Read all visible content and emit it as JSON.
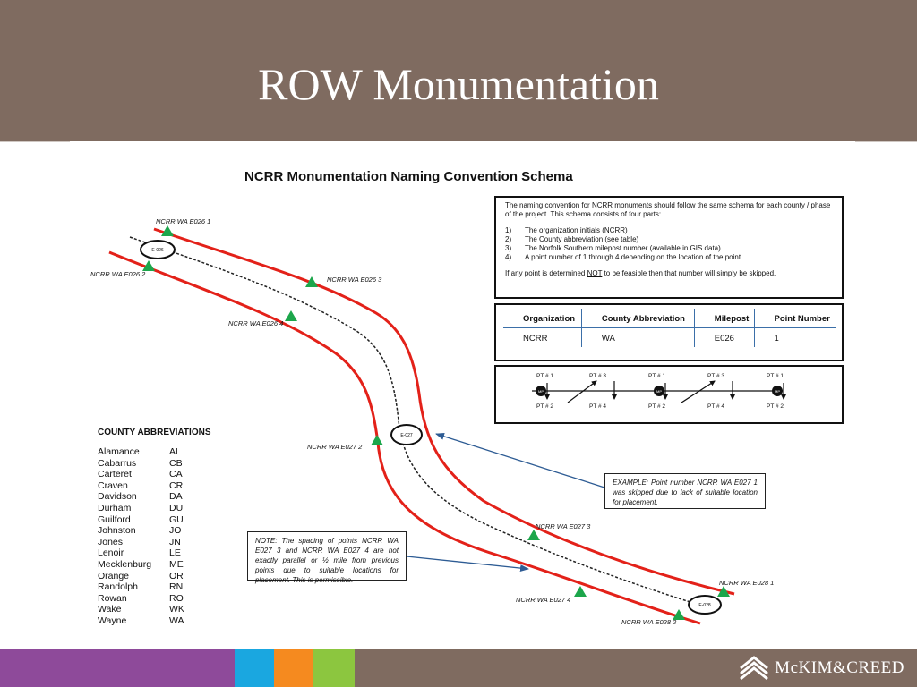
{
  "slide": {
    "title": "ROW Monumentation"
  },
  "schema": {
    "title": "NCRR Monumentation Naming Convention Schema",
    "convention": {
      "intro": "The naming convention for NCRR monuments should follow the same schema for each county / phase of the project. This schema consists of four parts:",
      "items": [
        {
          "num": "1)",
          "text": "The organization initials (NCRR)"
        },
        {
          "num": "2)",
          "text": "The County abbreviation (see table)"
        },
        {
          "num": "3)",
          "text": "The Norfolk Southern milepost number (available in GIS data)"
        },
        {
          "num": "4)",
          "text": "A point number of 1 through 4 depending on the location of the point"
        }
      ],
      "skip_before": "If any point is determined ",
      "skip_not": "NOT",
      "skip_after": " to be feasible then that number will simply be skipped."
    },
    "table": {
      "headers": [
        "Organization",
        "County Abbreviation",
        "Milepost",
        "Point Number"
      ],
      "row": [
        "NCRR",
        "WA",
        "E026",
        "1"
      ]
    },
    "point_diagram": {
      "top_labels": [
        "PT # 1",
        "PT # 3",
        "PT # 1",
        "PT # 3",
        "PT # 1"
      ],
      "bottom_labels": [
        "PT # 2",
        "PT # 4",
        "PT # 2",
        "PT # 4",
        "PT # 2"
      ],
      "mp_label": "MP"
    },
    "county_abbreviations": {
      "title": "COUNTY ABBREVIATIONS",
      "rows": [
        {
          "name": "Alamance",
          "abbr": "AL"
        },
        {
          "name": "Cabarrus",
          "abbr": "CB"
        },
        {
          "name": "Carteret",
          "abbr": "CA"
        },
        {
          "name": "Craven",
          "abbr": "CR"
        },
        {
          "name": "Davidson",
          "abbr": "DA"
        },
        {
          "name": "Durham",
          "abbr": "DU"
        },
        {
          "name": "Guilford",
          "abbr": "GU"
        },
        {
          "name": "Johnston",
          "abbr": "JO"
        },
        {
          "name": "Jones",
          "abbr": "JN"
        },
        {
          "name": "Lenoir",
          "abbr": "LE"
        },
        {
          "name": "Mecklenburg",
          "abbr": "ME"
        },
        {
          "name": "Orange",
          "abbr": "OR"
        },
        {
          "name": "Randolph",
          "abbr": "RN"
        },
        {
          "name": "Rowan",
          "abbr": "RO"
        },
        {
          "name": "Wake",
          "abbr": "WK"
        },
        {
          "name": "Wayne",
          "abbr": "WA"
        }
      ]
    },
    "map": {
      "monuments": [
        "NCRR WA E026 1",
        "NCRR WA E026 2",
        "NCRR WA E026 3",
        "NCRR WA E026 4",
        "NCRR WA E027 2",
        "NCRR WA E027 3",
        "NCRR WA E027 4",
        "NCRR WA E028 1",
        "NCRR WA E028 2"
      ],
      "mileposts": [
        "E-026",
        "E-027",
        "E-028"
      ]
    },
    "example_callout": "EXAMPLE: Point number NCRR WA E027 1 was skipped due to lack of suitable location for placement.",
    "note_callout": "NOTE: The spacing of points NCRR WA E027 3 and NCRR WA E027 4 are not exactly parallel or ½ mile from previous points due to suitable locations for placement. This is permissible."
  },
  "footer": {
    "logo_text": "McKIM&CREED",
    "stripe_colors": [
      "#8e4a9a",
      "#1aa7e0",
      "#f58a1f",
      "#8cc63f"
    ]
  },
  "colors": {
    "header_bg": "#7f6b60",
    "rail_line": "#e32119",
    "monument": "#1ca64b",
    "callout_arrow": "#2e5c94"
  }
}
